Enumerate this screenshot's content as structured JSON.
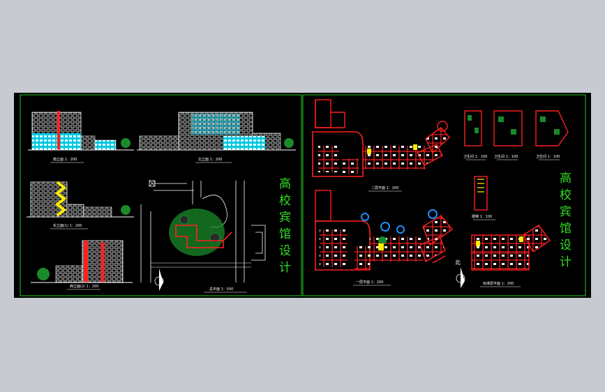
{
  "drawing": {
    "title_chars": [
      "高",
      "校",
      "宾",
      "馆",
      "设",
      "计"
    ],
    "north_label": "北",
    "colors": {
      "background": "#000000",
      "frame": "#22cc22",
      "walls": "#ff2020",
      "facade_glass": "#00e5ff",
      "lines": "#ffffff",
      "stair": "#ffee00",
      "landscape": "#1a8a2a",
      "circles": "#1e90ff",
      "title": "#33dd22"
    },
    "labels": {
      "south_elevation": "南立面 1：200",
      "north_elevation": "北立面 1：200",
      "east_elevation": "东立面(1) 1：200",
      "west_elevation": "西立面(2) 1：200",
      "site_plan": "总平面 1：500",
      "second_floor_plan": "二层平面 1：200",
      "first_floor_plan": "一层平面 1：200",
      "typical_floor_plan": "标准层平面 1：200",
      "detail_1": "卫生间 1：100",
      "detail_2": "卫生间 1：100",
      "detail_3": "卫生间 1：100",
      "stair_detail": "楼梯 1：100"
    }
  }
}
